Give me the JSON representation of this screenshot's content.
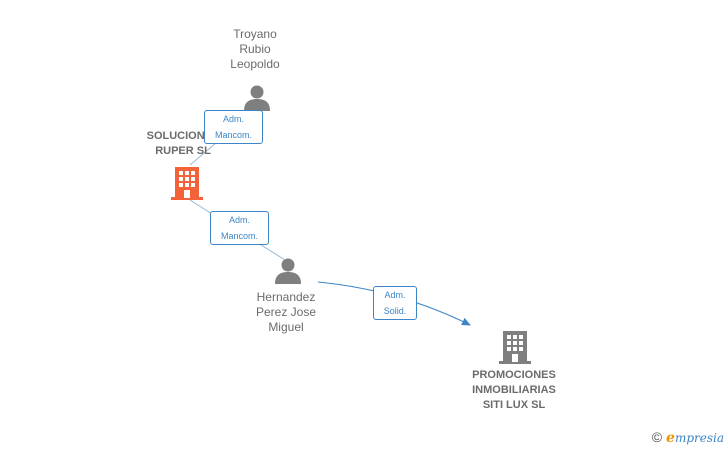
{
  "nodes": {
    "troyano": {
      "label": "Troyano\nRubio\nLeopoldo",
      "icon": "person-icon"
    },
    "soluciones": {
      "label": "SOLUCIONES\nRUPER  SL",
      "icon": "building-icon",
      "color": "#f4623a"
    },
    "hernandez": {
      "label": "Hernandez\nPerez Jose\nMiguel",
      "icon": "person-icon"
    },
    "promociones": {
      "label": "PROMOCIONES\nINMOBILIARIAS\nSITI LUX  SL",
      "icon": "building-icon",
      "color": "#7f7f7f"
    }
  },
  "roles": {
    "role1": "Adm.\nMancom.",
    "role2": "Adm.\nMancom.",
    "role3": "Adm.\nSolid."
  },
  "colors": {
    "edge": "#3d85c6",
    "icon_gray": "#7f7f7f",
    "icon_orange": "#f4623a"
  },
  "footer": {
    "copyright_symbol": "©",
    "brand_e": "e",
    "brand_rest": "mpresia"
  }
}
